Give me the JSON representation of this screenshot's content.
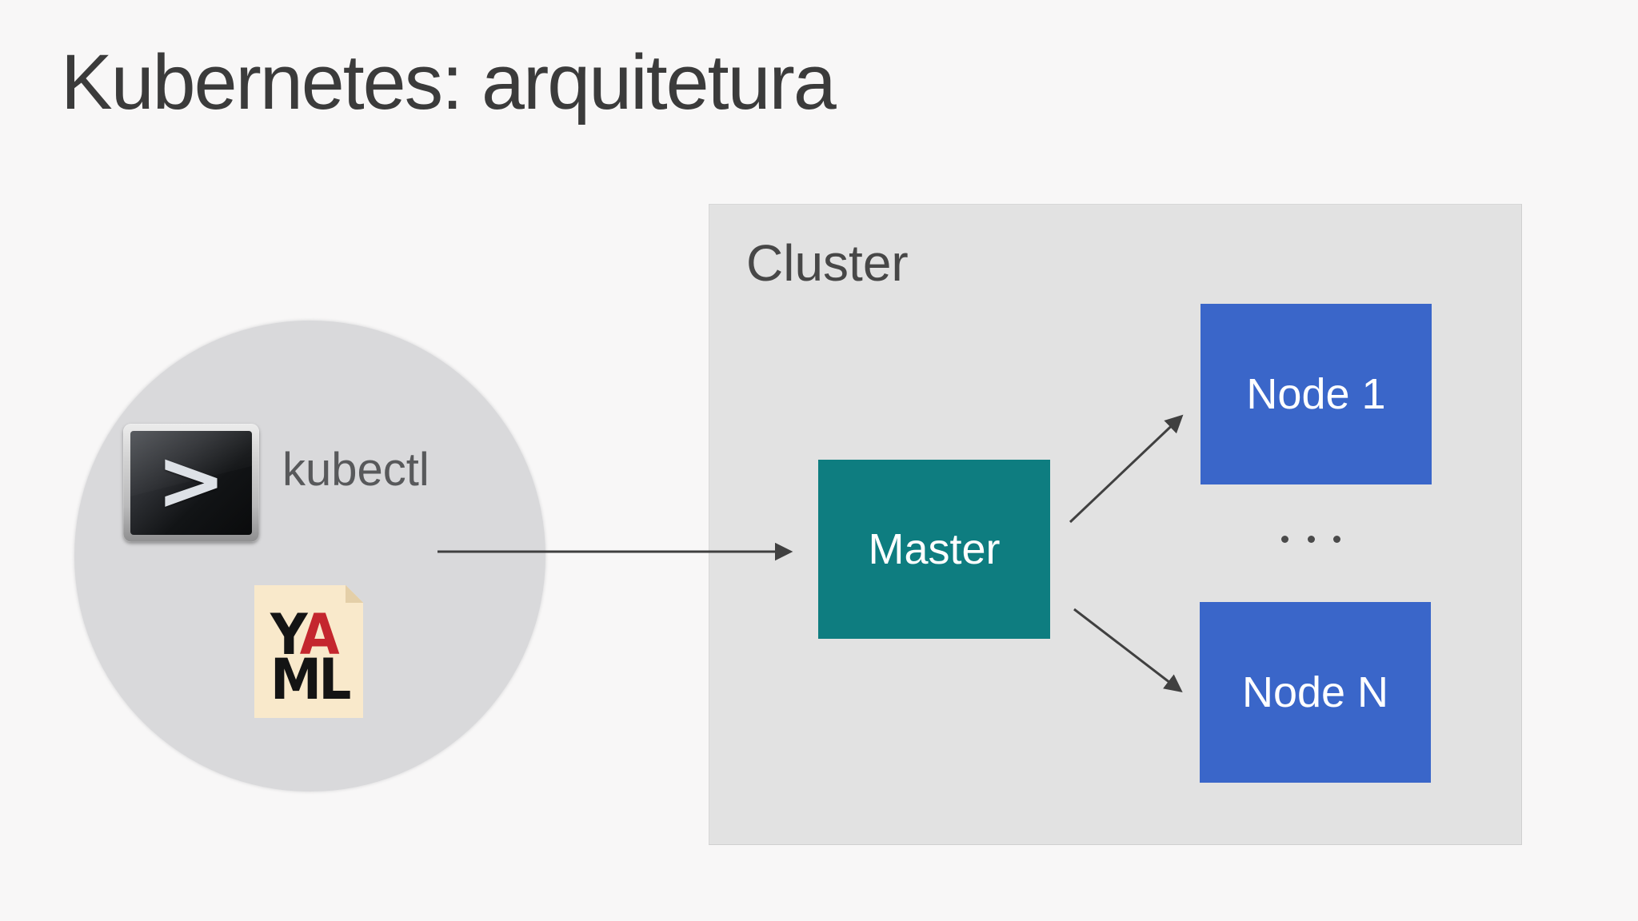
{
  "slide": {
    "title": "Kubernetes: arquitetura"
  },
  "client": {
    "label": "kubectl",
    "terminal_glyph": ">",
    "yaml_icon": {
      "y": "Y",
      "a": "A",
      "ml": "ML"
    }
  },
  "cluster": {
    "label": "Cluster",
    "master_label": "Master",
    "node1_label": "Node 1",
    "nodeN_label": "Node N",
    "ellipsis": "..."
  },
  "colors": {
    "page_bg": "#f8f7f7",
    "circle_bg": "#d9d9db",
    "cluster_bg": "#e2e2e2",
    "master_teal": "#0e7d80",
    "node_blue": "#3a66c9",
    "arrow": "#404040",
    "title_text": "#3b3b3b",
    "yaml_red": "#c4262e",
    "yaml_paper": "#f9e9cb"
  }
}
